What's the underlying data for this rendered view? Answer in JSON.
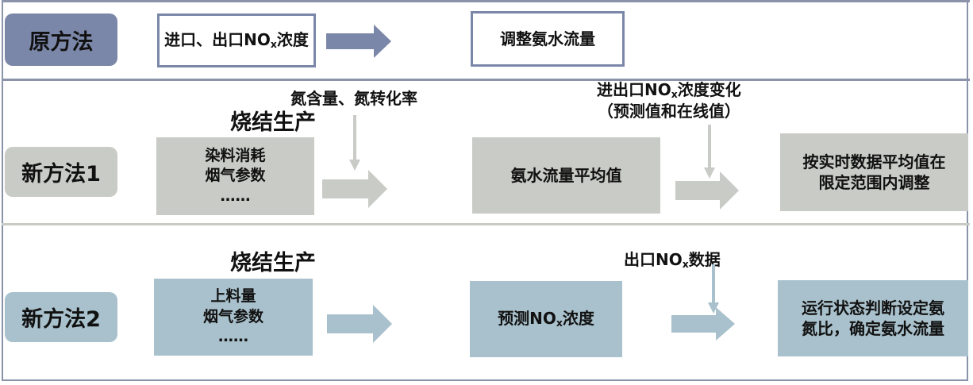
{
  "colors": {
    "frame": "#8a93aa",
    "original_accent": "#7b87a8",
    "method1_fill": "#c9cbc6",
    "method2_fill": "#a9c1cc"
  },
  "original": {
    "label": "原方法",
    "input_box": {
      "text_pre": "进口、出口NO",
      "sub": "x",
      "text_post": "浓度"
    },
    "output_box": "调整氨水流量"
  },
  "method1": {
    "label": "新方法1",
    "source_title": "烧结生产",
    "source_lines": [
      "染料消耗",
      "烟气参数",
      "……"
    ],
    "input_note_1": "氮含量、氮转化率",
    "middle_box": "氨水流量平均值",
    "input_note_2": {
      "line1_pre": "进出口NO",
      "line1_sub": "x",
      "line1_post": "浓度变化",
      "line2": "（预测值和在线值）"
    },
    "result_box": [
      "按实时数据平均值在",
      "限定范围内调整"
    ]
  },
  "method2": {
    "label": "新方法2",
    "source_title": "烧结生产",
    "source_lines": [
      "上料量",
      "烟气参数",
      "……"
    ],
    "middle_box": {
      "pre": "预测NO",
      "sub": "x",
      "post": "浓度"
    },
    "input_note": {
      "pre": "出口NO",
      "sub": "x",
      "post": "数据"
    },
    "result_box": [
      "运行状态判断设定氨",
      "氮比，确定氨水流量"
    ]
  }
}
